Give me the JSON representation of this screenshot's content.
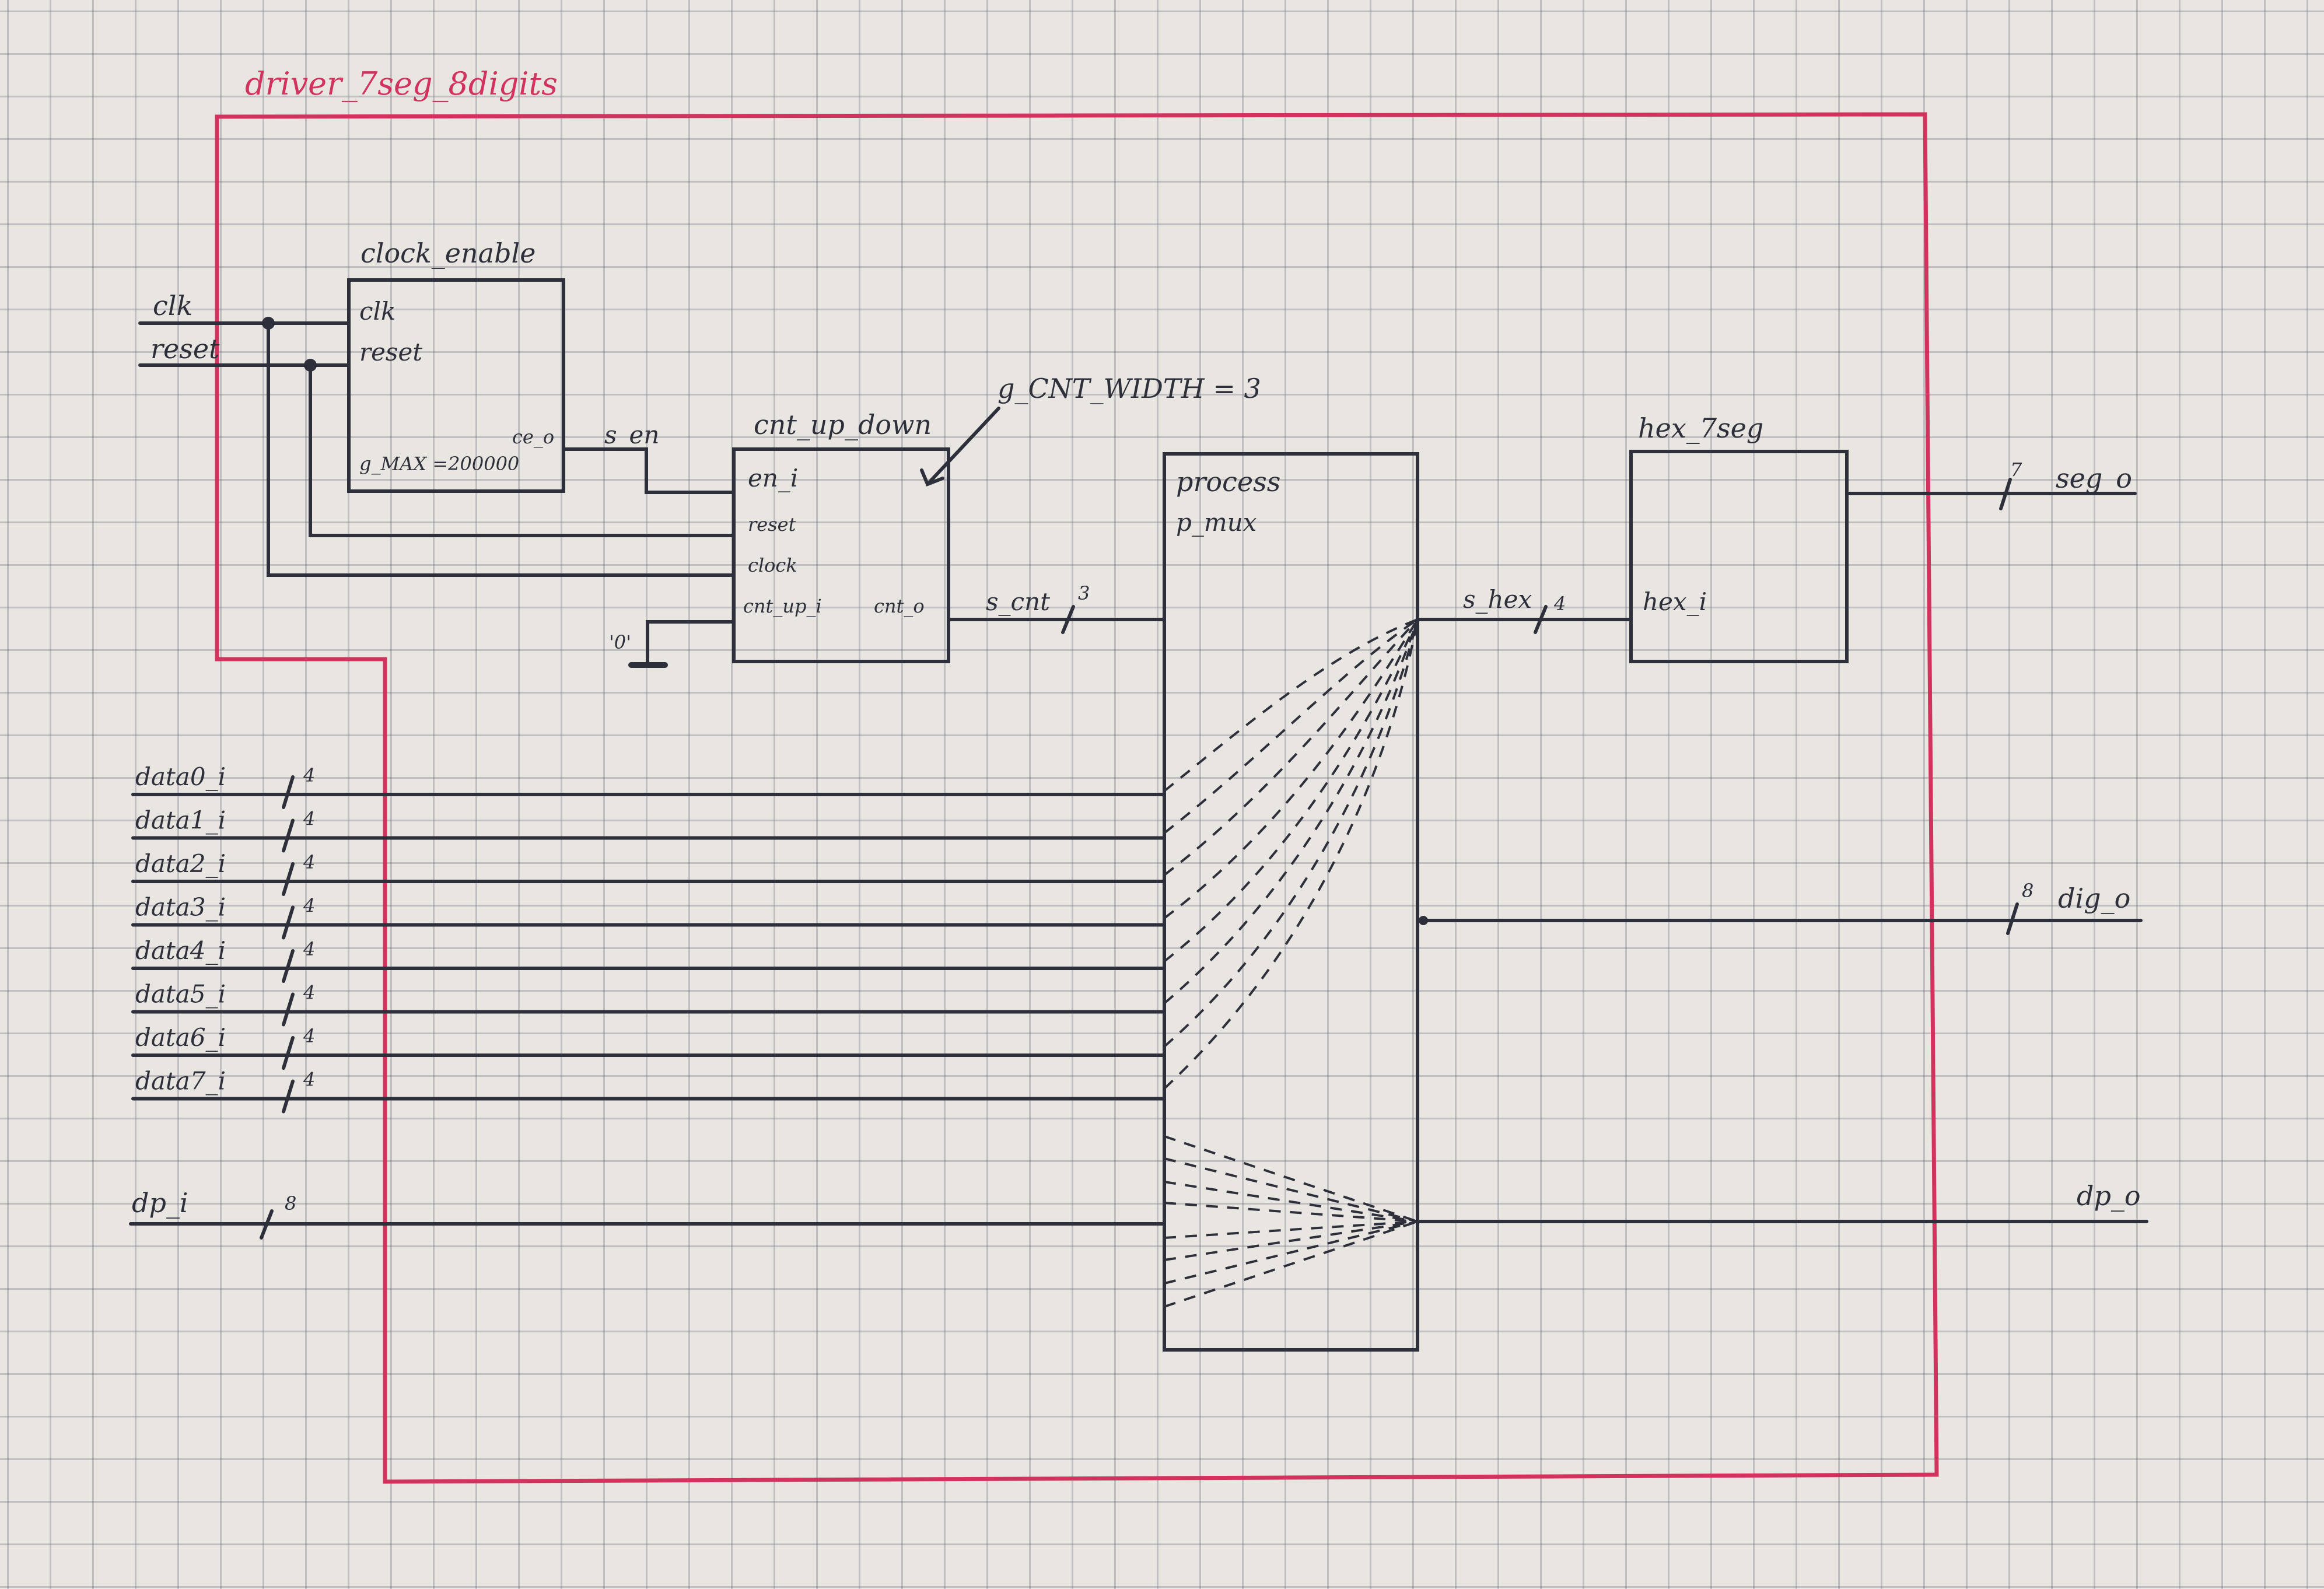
{
  "entity": {
    "title": "driver_7seg_8digits"
  },
  "inputs": {
    "clk": "clk",
    "reset": "reset",
    "data": [
      "data0_i",
      "data1_i",
      "data2_i",
      "data3_i",
      "data4_i",
      "data5_i",
      "data6_i",
      "data7_i"
    ],
    "data_width": "4",
    "dp": "dp_i",
    "dp_width": "8"
  },
  "outputs": {
    "seg": "seg_o",
    "seg_width": "7",
    "dig": "dig_o",
    "dig_width": "8",
    "dp": "dp_o"
  },
  "clock_enable": {
    "name": "clock_enable",
    "ports": {
      "clk": "clk",
      "reset": "reset",
      "ce": "ce_o"
    },
    "generic": "g_MAX =200000"
  },
  "counter": {
    "name": "cnt_up_down",
    "generic_note": "g_CNT_WIDTH = 3",
    "ports": {
      "en": "en_i",
      "reset": "reset",
      "clock": "clock",
      "cnt_up": "cnt_up_i",
      "cnt": "cnt_o"
    },
    "const": "'0'"
  },
  "process": {
    "line1": "process",
    "line2": "p_mux"
  },
  "hex7seg": {
    "name": "hex_7seg",
    "port": "hex_i"
  },
  "signals": {
    "s_en": "s_en",
    "s_cnt": "s_cnt",
    "s_cnt_width": "3",
    "s_hex": "s_hex",
    "s_hex_width": "4"
  }
}
